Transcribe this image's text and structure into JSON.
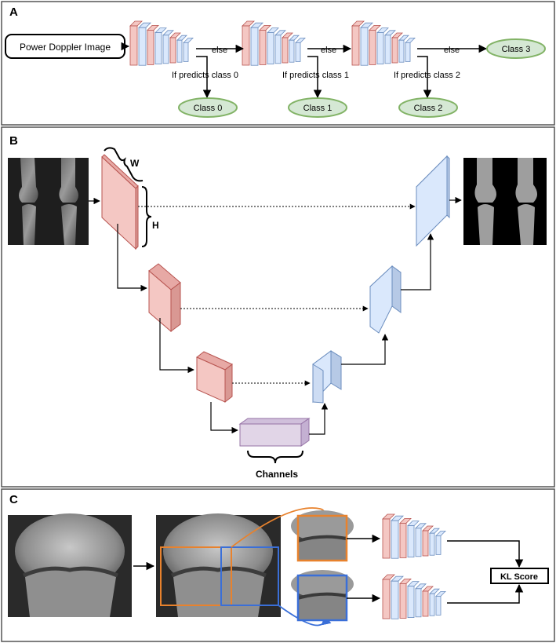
{
  "panels": {
    "a": {
      "letter": "A",
      "input_label": "Power Doppler Image",
      "else_label": "else",
      "conditions": [
        "If predicts class 0",
        "If predicts class 1",
        "If predicts class 2"
      ],
      "classes": [
        "Class 0",
        "Class 1",
        "Class 2",
        "Class 3"
      ]
    },
    "b": {
      "letter": "B",
      "w_label": "W",
      "h_label": "H",
      "channels_label": "Channels"
    },
    "c": {
      "letter": "C",
      "output_label": "KL Score"
    }
  },
  "colors": {
    "encoder_fill": "#f4c7c3",
    "encoder_stroke": "#b85450",
    "decoder_fill": "#dae8fc",
    "decoder_stroke": "#6c8ebf",
    "bottleneck_fill": "#e1d5e7",
    "bottleneck_stroke": "#9673a6",
    "class_fill": "#d5e8d4",
    "class_stroke": "#82b366",
    "crop_left": "#e8822d",
    "crop_right": "#3a6fd8"
  }
}
